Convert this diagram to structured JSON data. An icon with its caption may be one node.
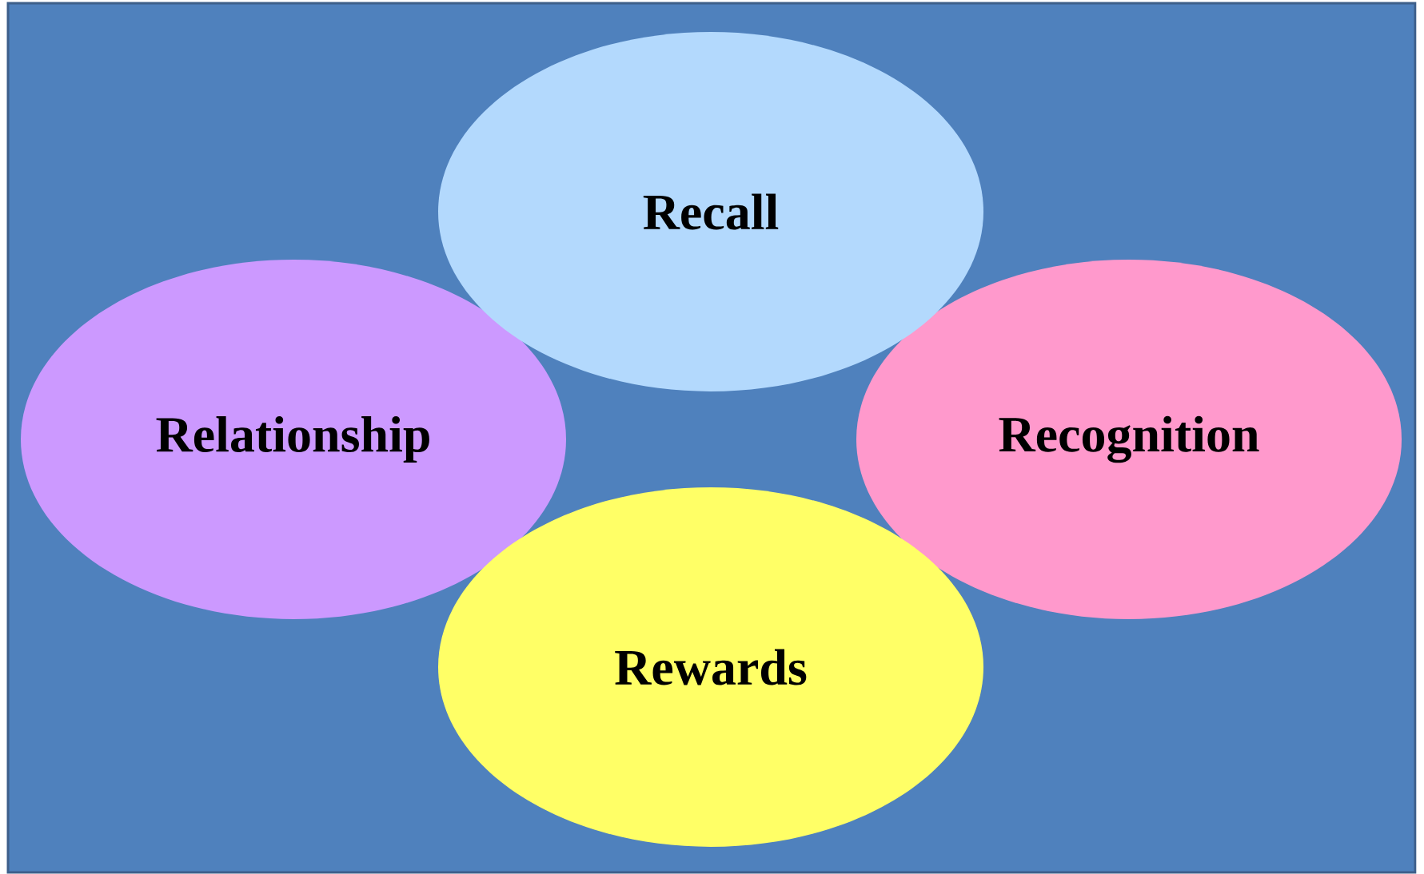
{
  "diagram": {
    "nodes": [
      {
        "text": [
          "Recall"
        ]
      },
      {
        "text": [
          "Relationship"
        ]
      },
      {
        "text": [
          "Recognition"
        ]
      },
      {
        "text": [
          "Rewards"
        ]
      }
    ]
  }
}
